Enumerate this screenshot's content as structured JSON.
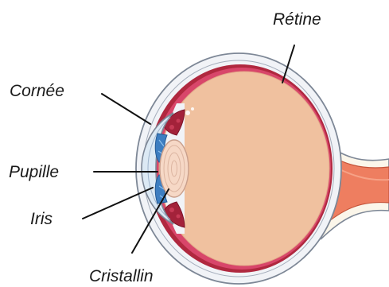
{
  "labels": {
    "retine": "Rétine",
    "cornee": "Cornée",
    "pupille": "Pupille",
    "iris": "Iris",
    "cristallin": "Cristallin"
  },
  "colors": {
    "background": "#ffffff",
    "sclera": "#f1f3f7",
    "sclera_outline": "#7d8796",
    "choroid": "#b0283f",
    "retina": "#d8466a",
    "vitreous": "#f0c19f",
    "lens": "#f6d8c6",
    "iris": "#3d7ec1",
    "cornea": "#dce9f4",
    "optic_nerve": "#ee7e60"
  }
}
